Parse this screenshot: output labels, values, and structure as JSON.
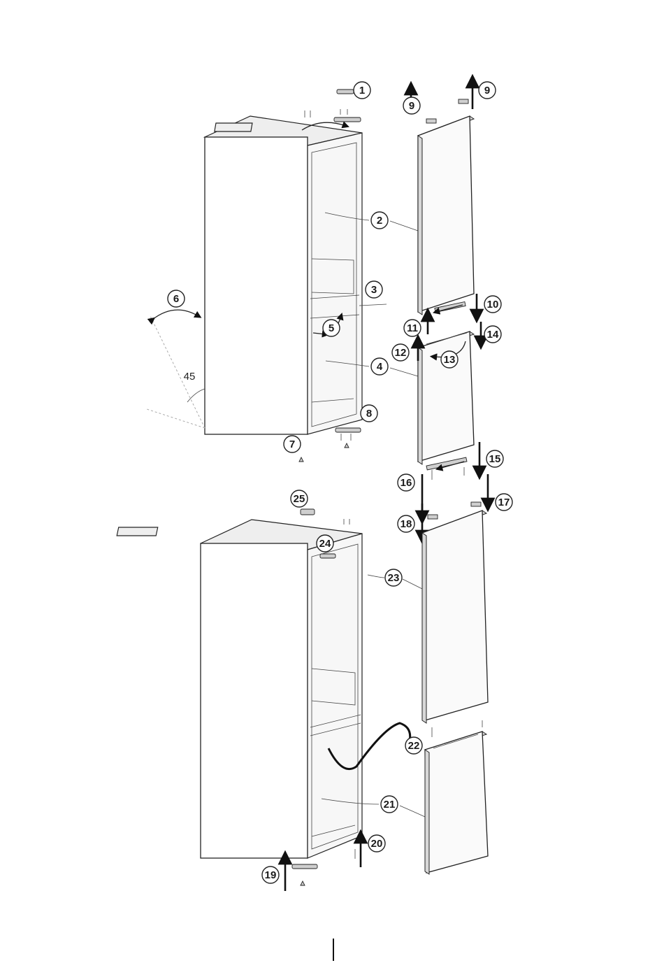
{
  "diagram": {
    "angle_label": "45",
    "callouts": [
      "1",
      "2",
      "3",
      "4",
      "5",
      "6",
      "7",
      "8",
      "9",
      "9",
      "10",
      "11",
      "12",
      "13",
      "14",
      "15",
      "16",
      "17",
      "18",
      "19",
      "20",
      "21",
      "22",
      "23",
      "24",
      "25"
    ]
  }
}
